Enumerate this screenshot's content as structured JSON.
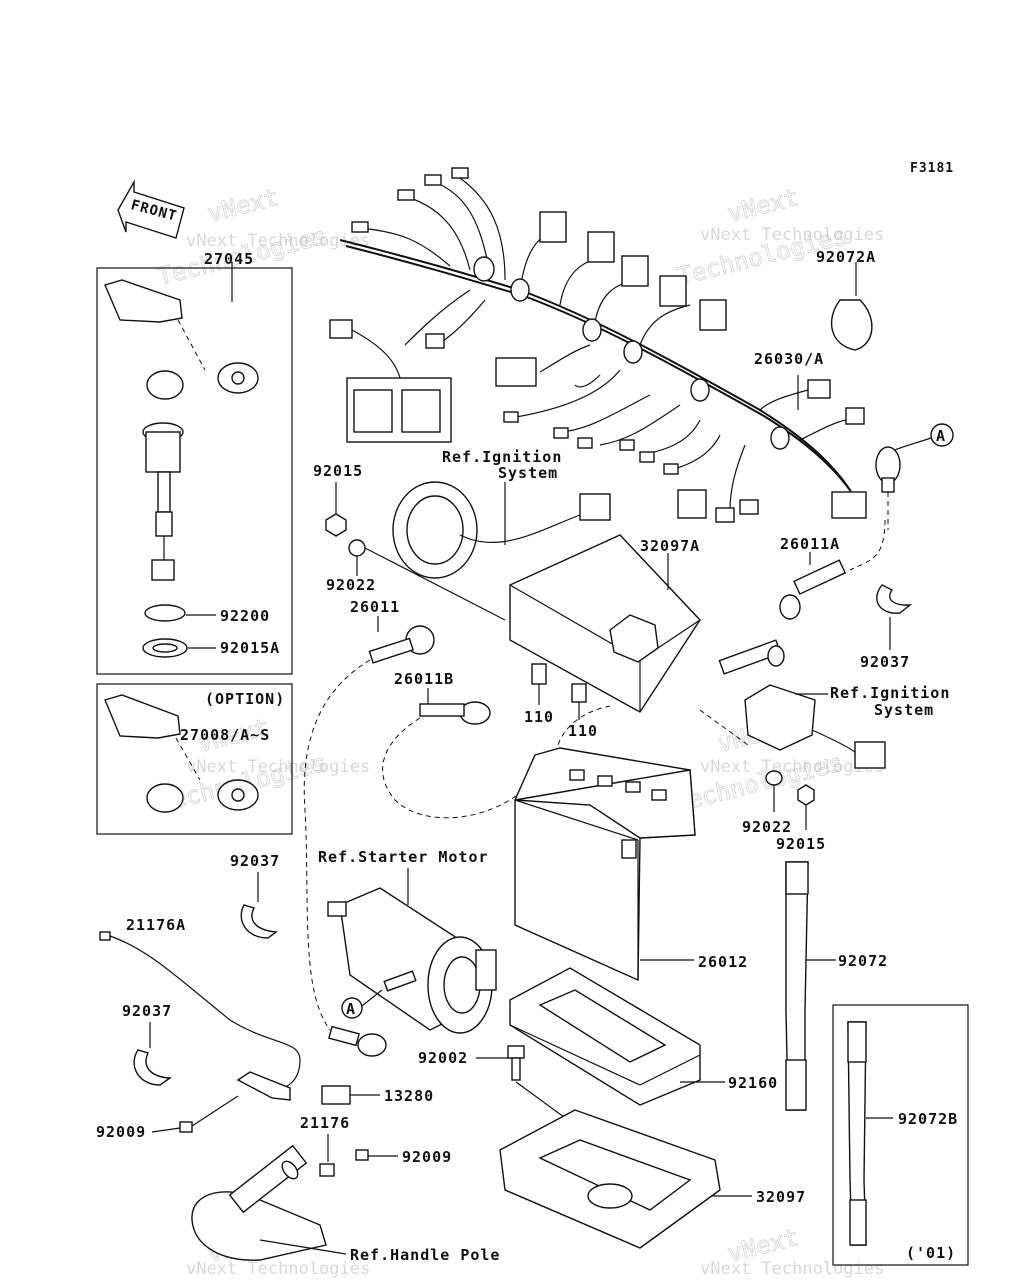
{
  "figure_code": "F3181",
  "front_label": "FRONT",
  "watermark": {
    "line1": "vNext",
    "line2": "Technologies",
    "company": "vNext Technologies"
  },
  "parts": {
    "p27045": "27045",
    "p92072A": "92072A",
    "p26030": "26030/A",
    "p92015_top": "92015",
    "p92022_top": "92022",
    "p32097A": "32097A",
    "p26011A": "26011A",
    "p92200": "92200",
    "p92015A": "92015A",
    "p26011": "26011",
    "p26011B": "26011B",
    "p110a": "110",
    "p110b": "110",
    "p92037_right": "92037",
    "p27008": "27008/A~S",
    "p92022_right": "92022",
    "p92015_right": "92015",
    "p92037_mid": "92037",
    "p21176A": "21176A",
    "p26012": "26012",
    "p92072": "92072",
    "p92037_left": "92037",
    "p92002": "92002",
    "p92160": "92160",
    "p13280": "13280",
    "p92009_left": "92009",
    "p21176": "21176",
    "p92009_right": "92009",
    "p92072B": "92072B",
    "p32097": "32097"
  },
  "refs": {
    "ignition1_line1": "Ref.Ignition",
    "ignition1_line2": "System",
    "ignition2_line1": "Ref.Ignition",
    "ignition2_line2": "System",
    "starter_motor": "Ref.Starter Motor",
    "handle_pole": "Ref.Handle Pole"
  },
  "option_label": "(OPTION)",
  "year_label": "('01)",
  "callout_a1": "A",
  "callout_a2": "A"
}
